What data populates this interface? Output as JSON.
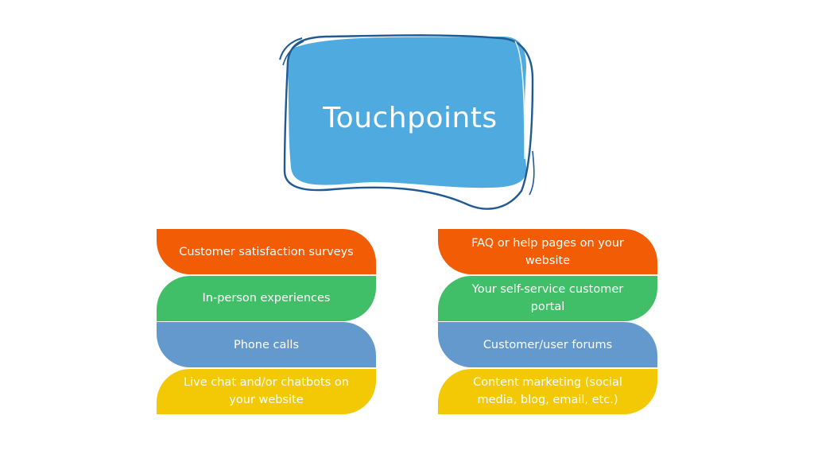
{
  "title": "Touchpoints",
  "colors": {
    "blob_fill": "#4faadf",
    "blob_outline": "#1f5a94",
    "orange": "#f25c05",
    "green": "#41bf68",
    "blue": "#6399cd",
    "yellow": "#f2c904",
    "text": "#ffffff"
  },
  "left_column": [
    {
      "label": "Customer satisfaction surveys",
      "color": "orange"
    },
    {
      "label": "In-person experiences",
      "color": "green"
    },
    {
      "label": "Phone calls",
      "color": "blue"
    },
    {
      "label": "Live chat and/or chatbots on your website",
      "color": "yellow"
    }
  ],
  "right_column": [
    {
      "label": "FAQ or help pages on your website",
      "color": "orange"
    },
    {
      "label": "Your self-service customer portal",
      "color": "green"
    },
    {
      "label": "Customer/user forums",
      "color": "blue"
    },
    {
      "label": "Content marketing (social media, blog, email, etc.)",
      "color": "yellow"
    }
  ]
}
